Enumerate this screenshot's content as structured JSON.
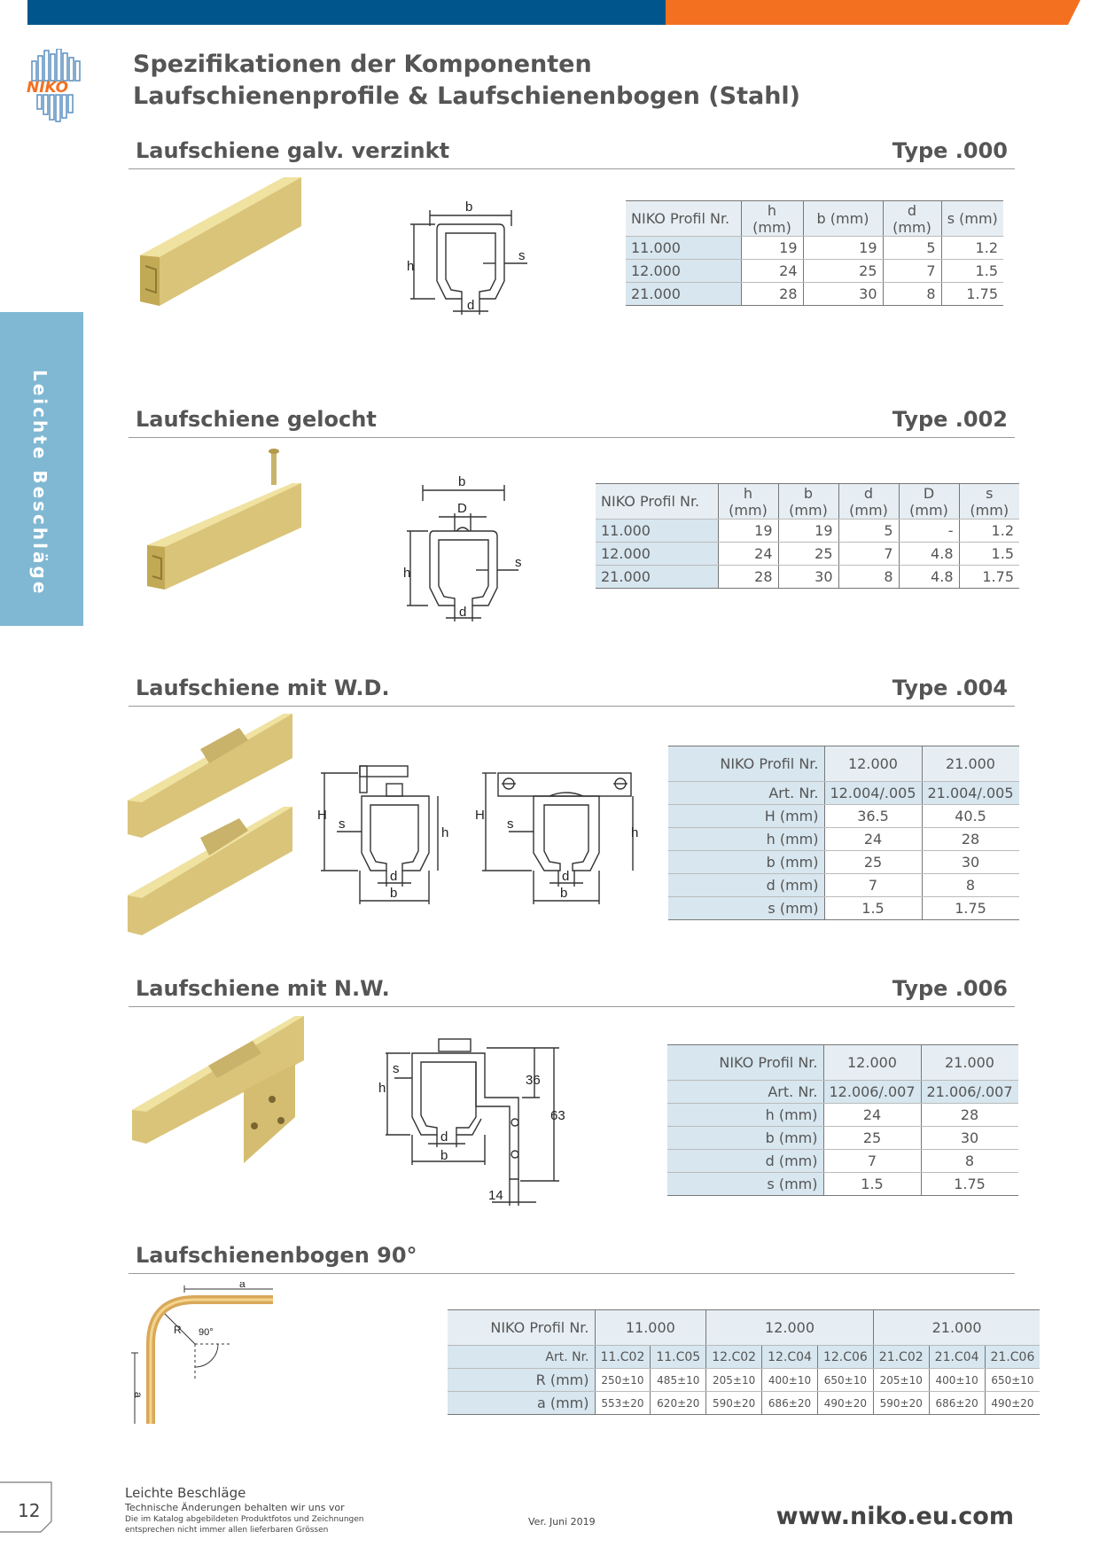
{
  "header": {
    "logo_text": "NIKO",
    "title_line1": "Spezifikationen der Komponenten",
    "title_line2": "Laufschienenprofile & Laufschienenbogen (Stahl)"
  },
  "side_tab": "Leichte Beschläge",
  "colors": {
    "blue": "#00558c",
    "orange": "#f37021",
    "tab": "#80b8d3",
    "gold": "#d9c47a"
  },
  "sections": {
    "s000": {
      "title": "Laufschiene galv. verzinkt",
      "type": "Type .000",
      "headers": [
        "NIKO Profil Nr.",
        "h (mm)",
        "b (mm)",
        "d (mm)",
        "s (mm)"
      ],
      "rows": [
        [
          "11.000",
          "19",
          "19",
          "5",
          "1.2"
        ],
        [
          "12.000",
          "24",
          "25",
          "7",
          "1.5"
        ],
        [
          "21.000",
          "28",
          "30",
          "8",
          "1.75"
        ]
      ],
      "dims": {
        "b": "b",
        "h": "h",
        "s": "s",
        "d": "d"
      }
    },
    "s002": {
      "title": "Laufschiene gelocht",
      "type": "Type .002",
      "headers": [
        "NIKO Profil Nr.",
        "h (mm)",
        "b (mm)",
        "d (mm)",
        "D (mm)",
        "s (mm)"
      ],
      "rows": [
        [
          "11.000",
          "19",
          "19",
          "5",
          "-",
          "1.2"
        ],
        [
          "12.000",
          "24",
          "25",
          "7",
          "4.8",
          "1.5"
        ],
        [
          "21.000",
          "28",
          "30",
          "8",
          "4.8",
          "1.75"
        ]
      ],
      "dims": {
        "b": "b",
        "D": "D",
        "h": "h",
        "s": "s",
        "d": "d"
      }
    },
    "s004": {
      "title": "Laufschiene mit W.D.",
      "type": "Type .004",
      "header": [
        "NIKO Profil Nr.",
        "12.000",
        "21.000"
      ],
      "rows": [
        [
          "Art. Nr.",
          "12.004/.005",
          "21.004/.005"
        ],
        [
          "H (mm)",
          "36.5",
          "40.5"
        ],
        [
          "h (mm)",
          "24",
          "28"
        ],
        [
          "b (mm)",
          "25",
          "30"
        ],
        [
          "d (mm)",
          "7",
          "8"
        ],
        [
          "s (mm)",
          "1.5",
          "1.75"
        ]
      ],
      "dims": {
        "H": "H",
        "s": "s",
        "h": "h",
        "d": "d",
        "b": "b"
      }
    },
    "s006": {
      "title": "Laufschiene mit N.W.",
      "type": "Type .006",
      "header": [
        "NIKO Profil Nr.",
        "12.000",
        "21.000"
      ],
      "rows": [
        [
          "Art. Nr.",
          "12.006/.007",
          "21.006/.007"
        ],
        [
          "h (mm)",
          "24",
          "28"
        ],
        [
          "b (mm)",
          "25",
          "30"
        ],
        [
          "d (mm)",
          "7",
          "8"
        ],
        [
          "s (mm)",
          "1.5",
          "1.75"
        ]
      ],
      "dims": {
        "s": "s",
        "h": "h",
        "d": "d",
        "b": "b",
        "n36": "36",
        "n63": "63",
        "n14": "14"
      }
    },
    "bogen": {
      "title": "Laufschienenbogen  90°",
      "header": [
        "NIKO Profil Nr.",
        "11.000",
        "12.000",
        "21.000"
      ],
      "art": [
        "Art. Nr.",
        "11.C02",
        "11.C05",
        "12.C02",
        "12.C04",
        "12.C06",
        "21.C02",
        "21.C04",
        "21.C06"
      ],
      "R": [
        "R (mm)",
        "250±10",
        "485±10",
        "205±10",
        "400±10",
        "650±10",
        "205±10",
        "400±10",
        "650±10"
      ],
      "a": [
        "a (mm)",
        "553±20",
        "620±20",
        "590±20",
        "686±20",
        "490±20",
        "590±20",
        "686±20",
        "490±20"
      ],
      "dims": {
        "a": "a",
        "R": "R",
        "angle": "90°"
      }
    }
  },
  "footer": {
    "page": "12",
    "category": "Leichte Beschläge",
    "tech": "Technische Änderungen behalten wir uns vor",
    "catalog_line1": "Die im Katalog abgebildeten Produktfotos und Zeichnungen",
    "catalog_line2": "entsprechen nicht immer allen lieferbaren Grössen",
    "version": "Ver.  Juni 2019",
    "website": "www.niko.eu.com"
  }
}
